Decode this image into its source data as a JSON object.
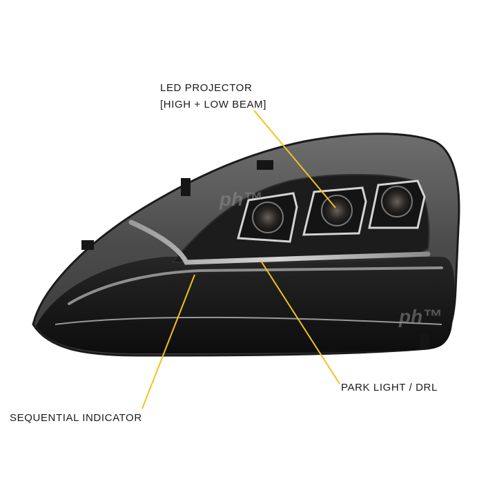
{
  "callouts": {
    "projector_line1": "LED PROJECTOR",
    "projector_line2": "[HIGH + LOW BEAM]",
    "drl": "PARK LIGHT / DRL",
    "sequential": "SEQUENTIAL INDICATOR"
  },
  "watermarks": [
    "ph™",
    "ph™"
  ],
  "colors": {
    "leader_line": "#f3c21c",
    "housing": "#141414",
    "lens_tint": "#4a4a4a",
    "chrome": "#d9d9d9",
    "label_text": "#1a1a1a"
  }
}
